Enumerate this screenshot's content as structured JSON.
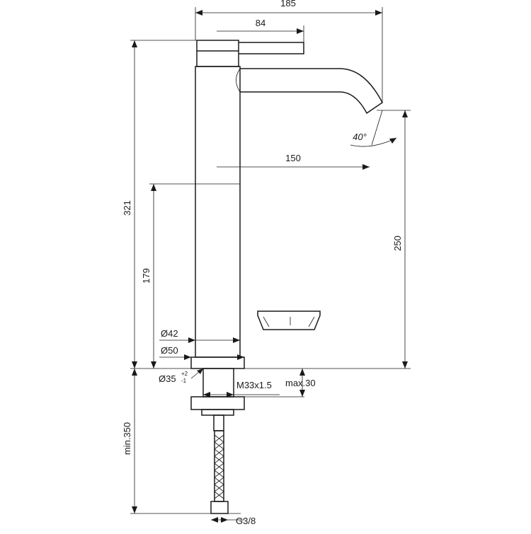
{
  "dimensions": {
    "overall_width": "185",
    "handle_offset": "84",
    "spout_reach": "150",
    "total_height": "321",
    "spout_height": "250",
    "body_height": "179",
    "spout_angle": "40°",
    "body_diameter_inner": "Ø42",
    "body_diameter_outer": "Ø50",
    "hole_diameter": "Ø35",
    "hole_tolerance_upper": "+2",
    "hole_tolerance_lower": "-1",
    "thread": "M33x1.5",
    "max_deck_thickness": "max.30",
    "min_hose_length": "min.350",
    "hose_connector": "G3/8"
  }
}
